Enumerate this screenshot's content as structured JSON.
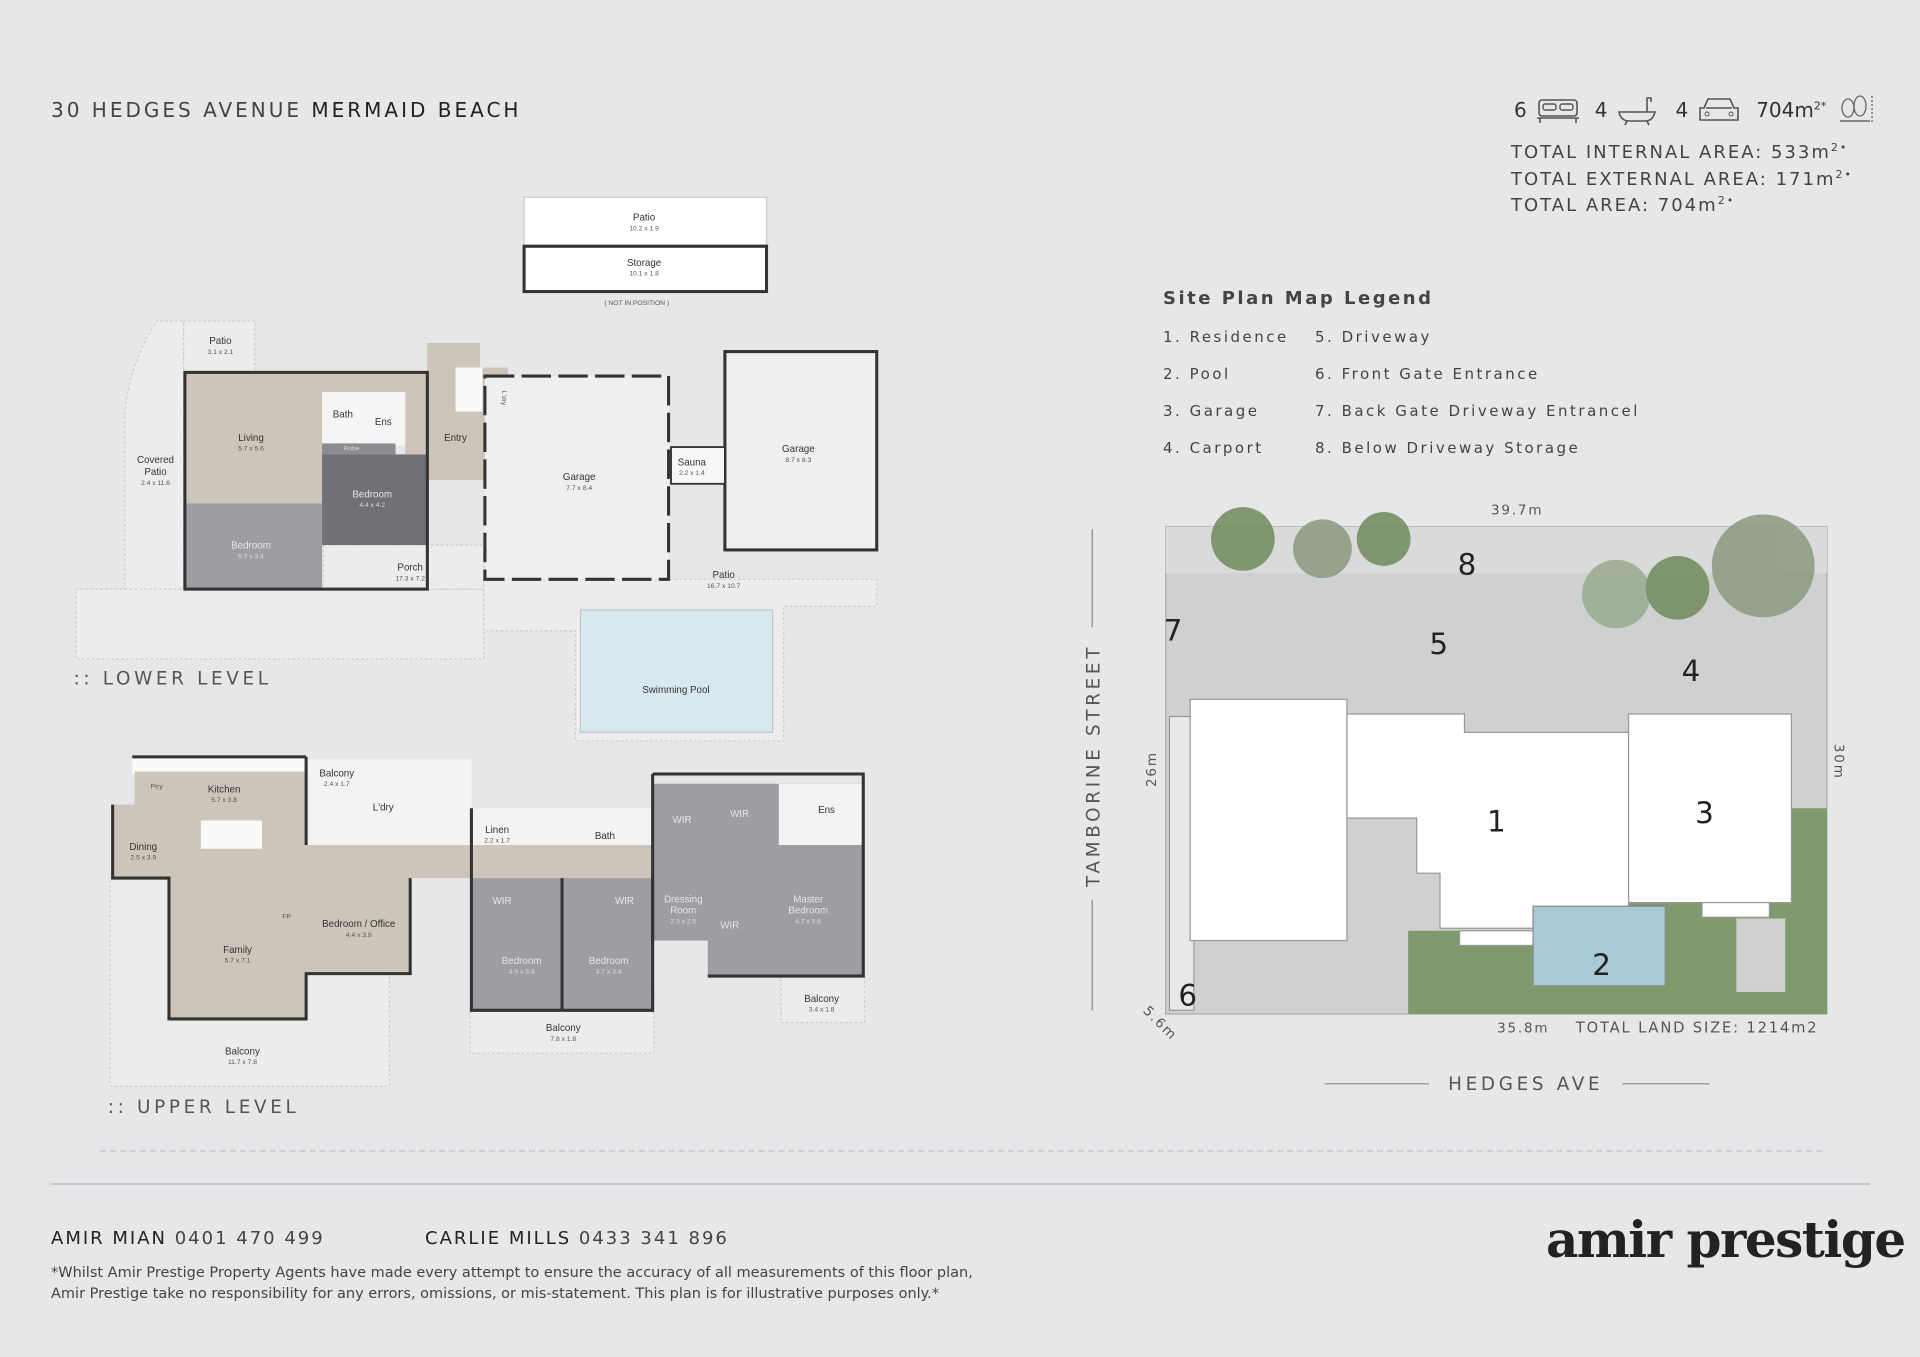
{
  "header": {
    "address": "30 HEDGES AVENUE",
    "suburb": "MERMAID BEACH"
  },
  "stats": {
    "bedrooms": "6",
    "bathrooms": "4",
    "car_spaces": "4",
    "land": "704m",
    "land_suffix": "2*",
    "internal_area": "TOTAL INTERNAL AREA: 533m",
    "external_area": "TOTAL EXTERNAL AREA: 171m",
    "total_area": "TOTAL AREA: 704m",
    "area_suffix": "2•"
  },
  "lower_level": {
    "label": ":: LOWER LEVEL",
    "not_in_position": "( NOT IN POSITION )",
    "rooms": [
      {
        "name": "Patio",
        "dim": "10.2 x 1.9"
      },
      {
        "name": "Storage",
        "dim": "10.1 x 1.8"
      },
      {
        "name": "Patio",
        "dim": "3.1 x 2.1"
      },
      {
        "name": "Living",
        "dim": "5.7 x 5.6"
      },
      {
        "name": "Bath"
      },
      {
        "name": "Ens"
      },
      {
        "name": "Robe"
      },
      {
        "name": "Bedroom",
        "dim": "4.4 x 4.2"
      },
      {
        "name": "Bedroom",
        "dim": "5.7 x 3.4"
      },
      {
        "name": "Entry"
      },
      {
        "name": "L'dry"
      },
      {
        "name": "Covered",
        "name2": "Patio",
        "dim": "2.4 x 11.6"
      },
      {
        "name": "Porch",
        "dim": "17.3 x 7.2"
      },
      {
        "name": "Garage",
        "dim": "7.7 x 8.4"
      },
      {
        "name": "Sauna",
        "dim": "2.2 x 1.4"
      },
      {
        "name": "Garage",
        "dim": "8.7 x 8.3"
      },
      {
        "name": "Patio",
        "dim": "16.7 x 10.7"
      },
      {
        "name": "Swimming Pool"
      }
    ]
  },
  "upper_level": {
    "label": ":: UPPER LEVEL",
    "rooms": [
      {
        "name": "Ptry"
      },
      {
        "name": "Kitchen",
        "dim": "5.7 x 3.8"
      },
      {
        "name": "Balcony",
        "dim": "2.4 x 1.7"
      },
      {
        "name": "L'dry"
      },
      {
        "name": "Dining",
        "dim": "2.5 x 3.9"
      },
      {
        "name": "Linen",
        "dim": "2.2 x 1.7"
      },
      {
        "name": "Bath"
      },
      {
        "name": "WIR"
      },
      {
        "name": "WIR"
      },
      {
        "name": "Ens"
      },
      {
        "name": "WIR"
      },
      {
        "name": "WIR"
      },
      {
        "name": "Dressing",
        "name2": "Room",
        "dim": "2.3 x 2.5"
      },
      {
        "name": "Master",
        "name2": "Bedroom",
        "dim": "4.7 x 5.6"
      },
      {
        "name": "WIR"
      },
      {
        "name": "Bedroom / Office",
        "dim": "4.4 x 3.9"
      },
      {
        "name": "Family",
        "dim": "5.7 x 7.1"
      },
      {
        "name": "Bedroom",
        "dim": "3.9 x 3.4"
      },
      {
        "name": "Bedroom",
        "dim": "3.7 x 3.4"
      },
      {
        "name": "Balcony",
        "dim": "3.4 x 1.8"
      },
      {
        "name": "Balcony",
        "dim": "7.8 x 1.8"
      },
      {
        "name": "Balcony",
        "dim": "11.7 x 7.8"
      },
      {
        "name": "FP"
      }
    ]
  },
  "site_plan": {
    "legend_title": "Site Plan Map Legend",
    "legend": [
      "1. Residence",
      "2. Pool",
      "3. Garage",
      "4. Carport",
      "5. Driveway",
      "6. Front Gate Entrance",
      "7. Back Gate Driveway Entrancel",
      "8. Below Driveway Storage"
    ],
    "markers": [
      "1",
      "2",
      "3",
      "4",
      "5",
      "6",
      "7",
      "8"
    ],
    "side_street": "TAMBORINE STREET",
    "front_street": "HEDGES AVE",
    "dim_top": "39.7m",
    "dim_left": "26m",
    "dim_right": "30m",
    "dim_corner": "5.6m",
    "dim_bottom": "35.8m",
    "land_size": "TOTAL LAND SIZE: 1214m2"
  },
  "footer": {
    "agent1_name": "AMIR MIAN",
    "agent1_phone": "0401 470 499",
    "agent2_name": "CARLIE MILLS",
    "agent2_phone": "0433 341 896",
    "disclaimer1": "*Whilst Amir Prestige Property Agents have made every attempt to ensure the accuracy of all measurements of this floor plan,",
    "disclaimer2": "Amir Prestige take no responsibility for any errors, omissions, or mis-statement. This plan is for illustrative purposes only.*",
    "logo": "amir prestige"
  },
  "colors": {
    "background": "#e6e7e9",
    "beige": "#cdc5b9",
    "grey": "#9c9ea2",
    "dark_grey": "#6f7175",
    "pool": "#d8e8f1",
    "lawn": "#7f9a6a"
  }
}
